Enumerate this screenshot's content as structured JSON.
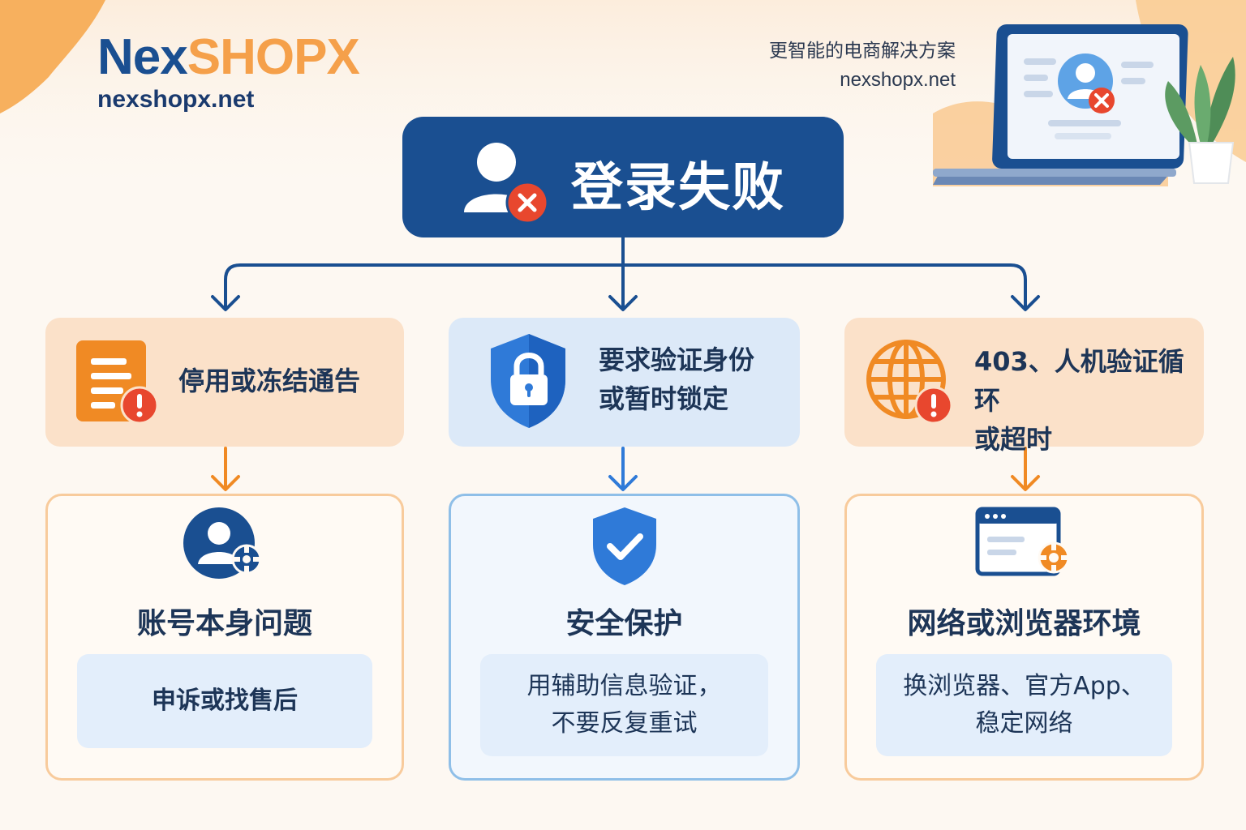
{
  "brand": {
    "logo_part1": "Nex",
    "logo_part2": "SHOPX",
    "domain": "nexshopx.net",
    "tagline": "更智能的电商解决方案",
    "tagline_domain": "nexshopx.net"
  },
  "colors": {
    "navy": "#1a4f91",
    "orange": "#f08a24",
    "orange_light": "#fbe1c9",
    "blue": "#2f7ad8",
    "blue_light": "#dce9f8",
    "error_red": "#e8472e"
  },
  "title": {
    "text": "登录失败",
    "icon": "user-error-icon"
  },
  "causes": [
    {
      "text": "停用或冻结通告",
      "icon": "document-alert-icon",
      "theme": "orange"
    },
    {
      "line1": "要求验证身份",
      "line2": "或暂时锁定",
      "icon": "shield-lock-icon",
      "theme": "blue"
    },
    {
      "line1": "403、人机验证循环",
      "line2": "或超时",
      "icon": "globe-alert-icon",
      "theme": "orange"
    }
  ],
  "solutions": [
    {
      "title": "账号本身问题",
      "detail": "申诉或找售后",
      "icon": "user-settings-icon"
    },
    {
      "title": "安全保护",
      "detail_line1": "用辅助信息验证，",
      "detail_line2": "不要反复重试",
      "icon": "shield-check-icon"
    },
    {
      "title": "网络或浏览器环境",
      "detail_line1": "换浏览器、官方App、",
      "detail_line2": "稳定网络",
      "icon": "browser-settings-icon"
    }
  ],
  "decor": {
    "laptop": "laptop-login-error-icon",
    "plant": "plant-icon"
  }
}
